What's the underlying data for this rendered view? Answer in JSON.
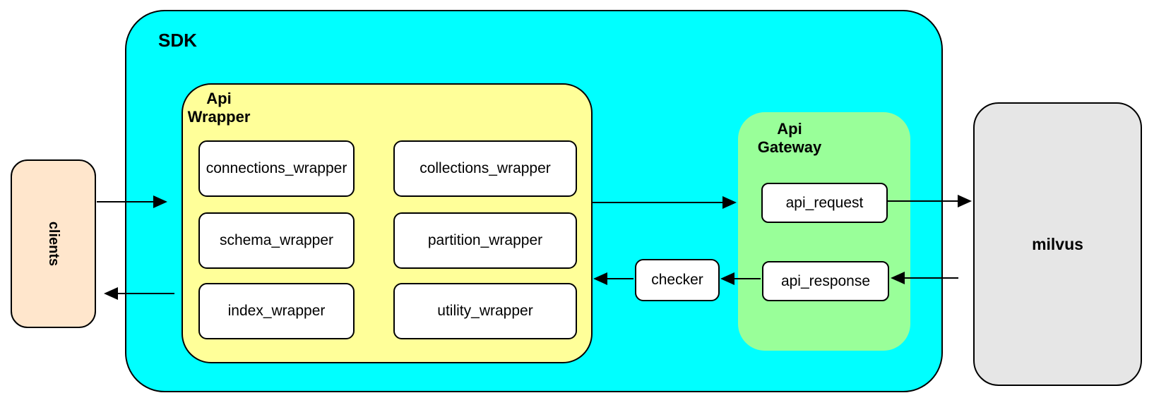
{
  "clients": {
    "label": "clients"
  },
  "sdk": {
    "label": "SDK",
    "api_wrapper": {
      "label_lines": [
        "Api",
        "Wrapper"
      ],
      "boxes": [
        "connections_wrapper",
        "collections_wrapper",
        "schema_wrapper",
        "partition_wrapper",
        "index_wrapper",
        "utility_wrapper"
      ]
    },
    "checker": {
      "label": "checker"
    },
    "api_gateway": {
      "label_lines": [
        "Api",
        "Gateway"
      ],
      "boxes": [
        "api_request",
        "api_response"
      ]
    }
  },
  "milvus": {
    "label": "milvus"
  },
  "colors": {
    "sdk_fill": "#00FFFF",
    "api_wrapper_fill": "#FFFF99",
    "api_gateway_fill": "#99FF99",
    "clients_fill": "#FFE6CC",
    "milvus_fill": "#E6E6E6",
    "node_fill": "#FFFFFF",
    "stroke": "#000000"
  }
}
